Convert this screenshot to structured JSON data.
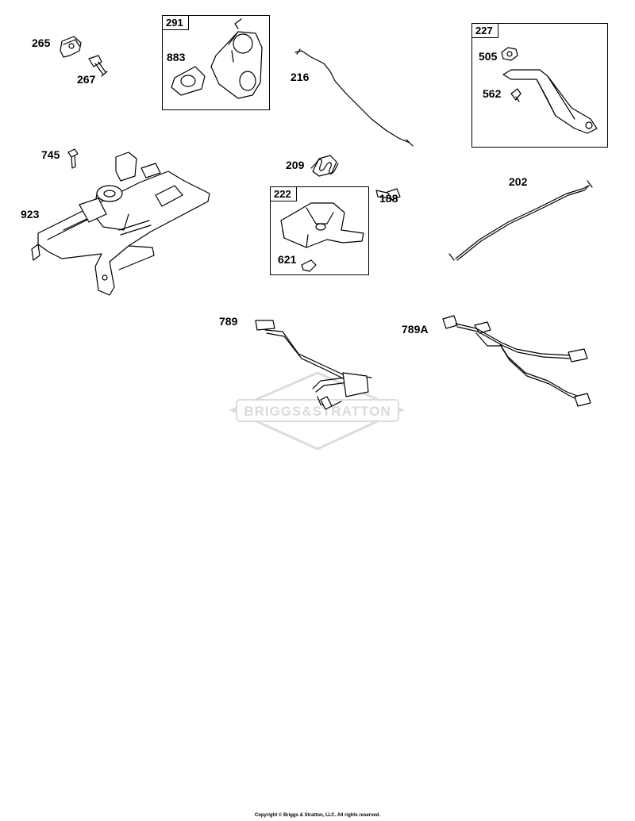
{
  "labels": {
    "p265": "265",
    "p267": "267",
    "p291": "291",
    "p883": "883",
    "p216": "216",
    "p227": "227",
    "p505": "505",
    "p562": "562",
    "p745": "745",
    "p923": "923",
    "p209": "209",
    "p222": "222",
    "p188": "188",
    "p621": "621",
    "p202": "202",
    "p789": "789",
    "p789A": "789A"
  },
  "watermark": {
    "text": "BRIGGS&STRATTON",
    "color": "#d9d9d9"
  },
  "footer": {
    "copyright": "Copyright © Briggs & Stratton, LLC. All rights reserved."
  }
}
